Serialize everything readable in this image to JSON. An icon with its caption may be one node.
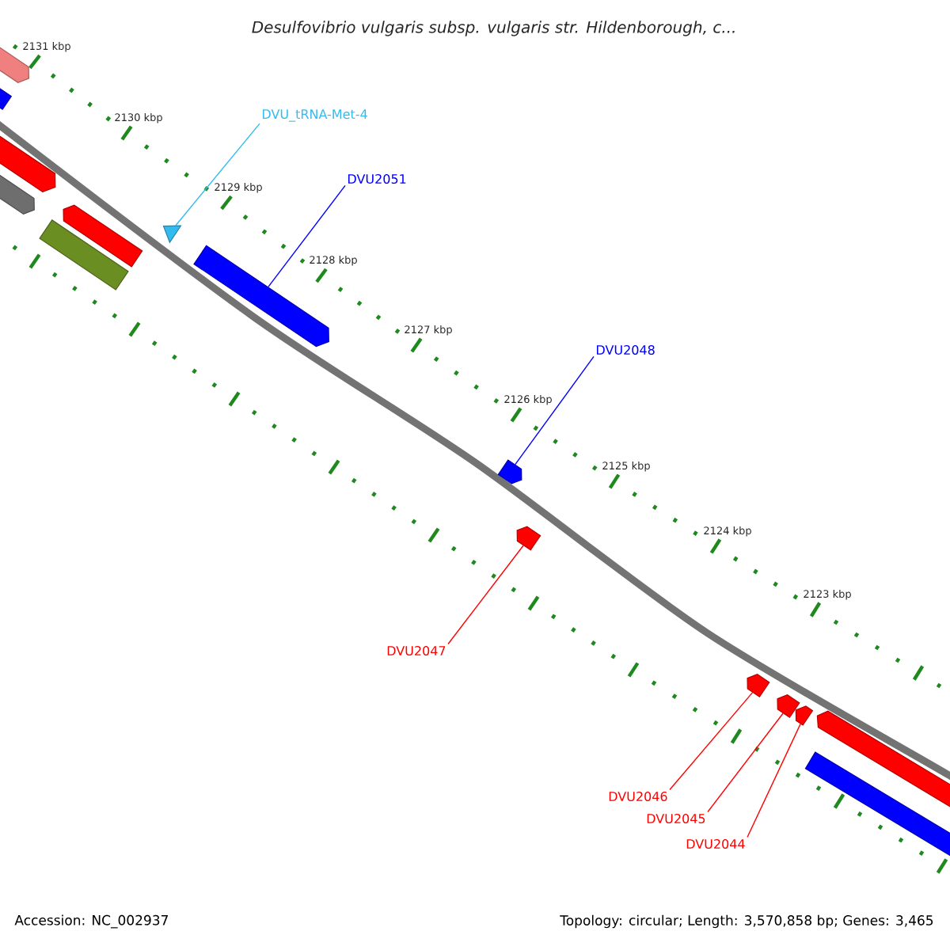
{
  "diagram": {
    "title": "Desulfovibrio vulgaris subsp. vulgaris str. Hildenborough, c...",
    "nodes": [
      {
        "text": [
          "DVU_tRNA-Met-4"
        ]
      },
      {
        "text": [
          "DVU2051"
        ]
      },
      {
        "text": [
          "DVU2048"
        ]
      },
      {
        "text": [
          "DVU2047"
        ]
      },
      {
        "text": [
          "DVU2046"
        ]
      },
      {
        "text": [
          "DVU2045"
        ]
      },
      {
        "text": [
          "DVU2044"
        ]
      },
      {
        "text": [],
        "shape": "arrow"
      },
      {
        "text": [],
        "shape": "arrow"
      },
      {
        "text": [],
        "shape": "arrow"
      },
      {
        "text": [],
        "shape": "arrow"
      },
      {
        "text": [],
        "shape": "arrow"
      },
      {
        "text": [],
        "shape": "box"
      },
      {
        "text": [],
        "shape": "triangle"
      },
      {
        "text": [],
        "shape": "arrow"
      },
      {
        "text": [],
        "shape": "arrow"
      },
      {
        "text": [],
        "shape": "arrow"
      },
      {
        "text": [],
        "shape": "arrow"
      },
      {
        "text": [],
        "shape": "arrow"
      },
      {
        "text": [],
        "shape": "arrow"
      },
      {
        "text": [],
        "shape": "arrow"
      },
      {
        "text": [],
        "shape": "arrow"
      }
    ],
    "edges": [
      {
        "from": 0,
        "to": 13,
        "arrow": "none",
        "color": "#33bbee"
      },
      {
        "from": 1,
        "to": 14,
        "arrow": "none",
        "color": "#0000ff"
      },
      {
        "from": 2,
        "to": 15,
        "arrow": "none",
        "color": "#0000ff"
      },
      {
        "from": 3,
        "to": 16,
        "arrow": "none"
      },
      {
        "from": 4,
        "to": 17,
        "arrow": "none"
      },
      {
        "from": 5,
        "to": 18,
        "arrow": "none"
      },
      {
        "from": 6,
        "to": 19,
        "arrow": "none"
      }
    ],
    "labels": [
      "2131 kbp",
      "2130 kbp",
      "2129 kbp",
      "2128 kbp",
      "2127 kbp",
      "2126 kbp",
      "2125 kbp",
      "2124 kbp",
      "2123 kbp",
      "Accession: NC_002937",
      "Topology: circular; Length: 3,570,858 bp; Genes: 3,465"
    ]
  }
}
